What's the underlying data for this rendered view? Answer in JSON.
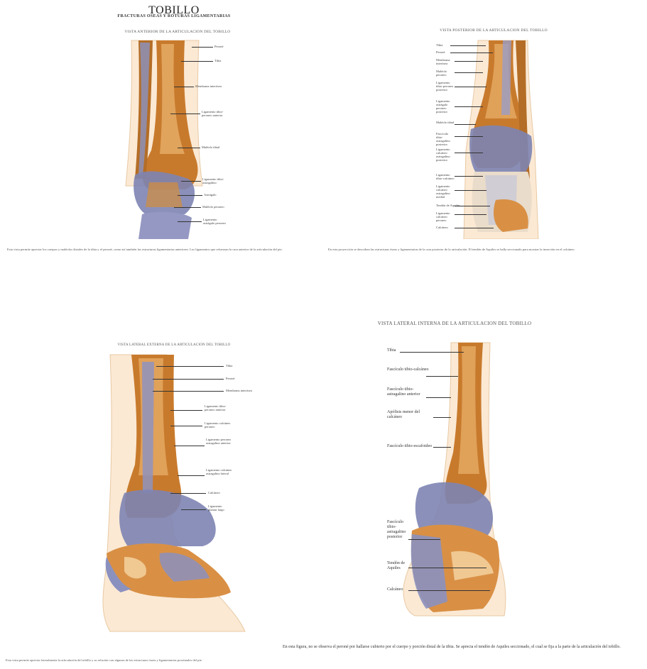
{
  "title": "TOBILLO",
  "subtitle": "FRACTURAS OSEAS Y ROTURAS LIGAMENTARIAS",
  "panels": {
    "anterior": {
      "caption": "VISTA ANTERIOR DE LA ARTICULACION DEL TOBILLO",
      "labels": [
        "Peroné",
        "Tibia",
        "Membrana interósea",
        "Ligamento tibio-peroneo anterior",
        "Maléolo tibial",
        "Ligamento tibio-astragalino",
        "Astrágalo",
        "Maléolo peroneo",
        "Ligamento astrágalo peroneo"
      ],
      "description": "Esta vista permite apreciar los cuerpos y maléolos distales de la tibia y el peroné, como así también las estructuras ligamentarias anteriores. Los ligamentos que refuerzan la cara anterior de la articulación del pie."
    },
    "posterior": {
      "caption": "VISTA POSTERIOR DE LA ARTICULACION DEL TOBILLO",
      "labels": [
        "Tibia",
        "Peroné",
        "Membrana interósea",
        "Maléolo peroneo",
        "Ligamento tibio-peroneo posterior",
        "Ligamento astrágalo peroneo posterior",
        "Maléolo tibial",
        "Fascículo tibio-astragalino posterior",
        "Ligamento calcáneo astragalino posterior",
        "Ligamento tibio-calcáneo",
        "Ligamento calcáneo astragalino medial",
        "Tendón de Aquiles",
        "Ligamento calcáneo peroneo",
        "Calcáneo"
      ],
      "description": "En esta proyección se describen las estructuras óseas y ligamentarias de la cara posterior de la articulación. El tendón de Aquiles se halla seccionado para mostrar la inserción en el calcáneo."
    },
    "lateral_externa": {
      "caption": "VISTA LATERAL EXTERNA DE LA ARTICULACION DEL TOBILLO",
      "labels": [
        "Tibia",
        "Peroné",
        "Membrana interósea",
        "Ligamento tibio-peroneo anterior",
        "Ligamento calcáneo peroneo",
        "Ligamento peroneo astragalino anterior",
        "Ligamento calcáneo astragalino lateral",
        "Calcáneo",
        "Ligamento plantar largo"
      ],
      "description": "Esta vista permite apreciar lateralmente la articulación del tobillo y su relación con algunas de las estructuras óseas y ligamentarias proximales del pie."
    },
    "lateral_interna": {
      "caption": "VISTA LATERAL INTERNA DE LA ARTICULACION DEL TOBILLO",
      "labels": [
        "Tibia",
        "Fascículo tibio-calcáneo",
        "Fascículo tibio-astragalino anterior",
        "Apófisis menor del calcáneo",
        "Fascículo tibio-escafoideo",
        "Fascículo tibio-astragalino posterior",
        "Tendón de Aquiles",
        "Calcáneo"
      ],
      "description": "En esta figura, no se observa el peroné por hallarse cubierto por el cuerpo y porción distal de la tibia. Se aprecia el tendón de Aquiles seccionado, el cual se fija a la parte de la articulación del tobillo."
    }
  }
}
